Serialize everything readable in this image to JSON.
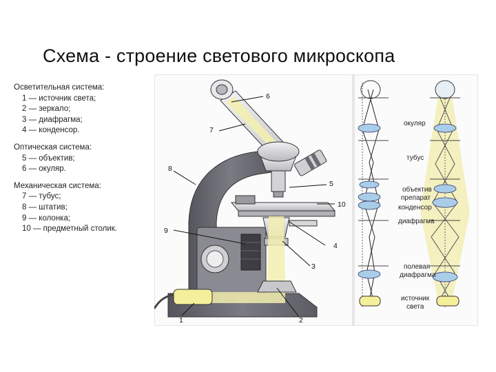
{
  "title": "Схема - строение светового микроскопа",
  "legend": {
    "lighting": {
      "heading": "Осветительная система:",
      "items": [
        "1 — источник света;",
        "2 — зеркало;",
        "3 — диафрагма;",
        "4 — конденсор."
      ]
    },
    "optical": {
      "heading": "Оптическая система:",
      "items": [
        "5 — объектив;",
        "6 — окуляр."
      ]
    },
    "mechanical": {
      "heading": "Механическая система:",
      "items": [
        "7 — тубус;",
        "8 — штатив;",
        "9 — колонка;",
        "10 — предметный столик."
      ]
    }
  },
  "microscope_callouts": [
    "1",
    "2",
    "3",
    "4",
    "5",
    "6",
    "7",
    "8",
    "9",
    "10"
  ],
  "ray_labels": [
    "окуляр",
    "тубус",
    "объектив",
    "препарат",
    "конденсор",
    "диафрагма",
    "полевая",
    "диафрагма",
    "источник",
    "света"
  ],
  "colors": {
    "stand": "#6e6e76",
    "stand_dark": "#4a4a52",
    "metal_light": "#d8d8dc",
    "light_path": "#f2eeb0",
    "lens_blue": "#a9cde8",
    "lamp_yellow": "#f4ef9a",
    "frame_bg": "#fbfbfb"
  }
}
